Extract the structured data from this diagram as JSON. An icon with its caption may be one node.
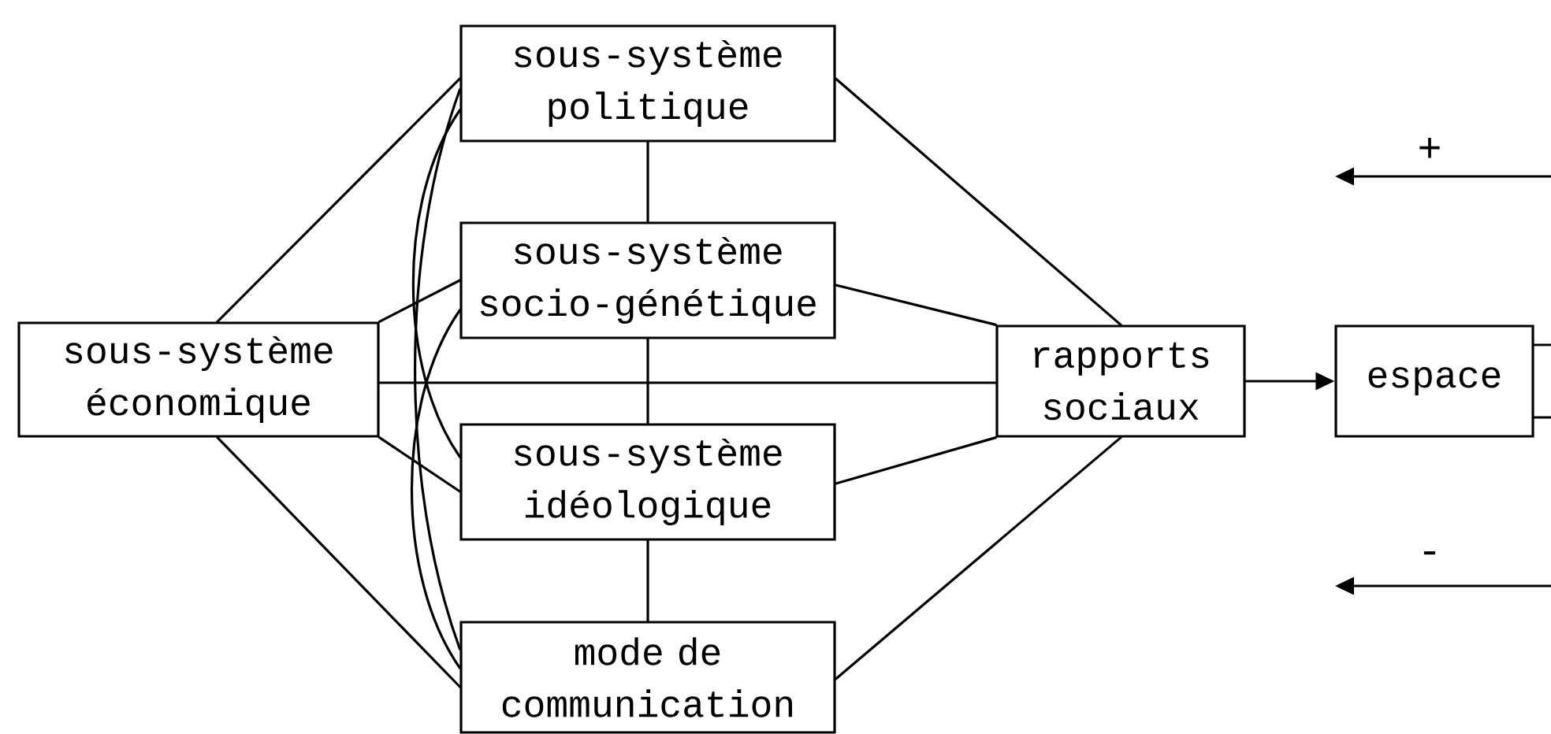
{
  "diagram": {
    "nodes": [
      {
        "text": [
          "sous-système économique"
        ]
      },
      {
        "text": [
          "sous-système politique"
        ]
      },
      {
        "text": [
          "sous-système socio-génétique"
        ]
      },
      {
        "text": [
          "sous-système idéologique"
        ]
      },
      {
        "text": [
          "mode de communication"
        ]
      },
      {
        "text": [
          "rapports sociaux"
        ]
      },
      {
        "text": [
          "espace"
        ]
      }
    ],
    "edges": [
      {
        "from": 0,
        "to": 1,
        "arrow": "none"
      },
      {
        "from": 0,
        "to": 2,
        "arrow": "none"
      },
      {
        "from": 0,
        "to": 5,
        "arrow": "none"
      },
      {
        "from": 0,
        "to": 3,
        "arrow": "none"
      },
      {
        "from": 0,
        "to": 4,
        "arrow": "none"
      },
      {
        "from": 1,
        "to": 2,
        "arrow": "none"
      },
      {
        "from": 2,
        "to": 3,
        "arrow": "none"
      },
      {
        "from": 3,
        "to": 4,
        "arrow": "none"
      },
      {
        "from": 1,
        "to": 3,
        "arrow": "none"
      },
      {
        "from": 1,
        "to": 4,
        "arrow": "none"
      },
      {
        "from": 2,
        "to": 4,
        "arrow": "none"
      },
      {
        "from": 1,
        "to": 5,
        "arrow": "none"
      },
      {
        "from": 2,
        "to": 5,
        "arrow": "none"
      },
      {
        "from": 3,
        "to": 5,
        "arrow": "none"
      },
      {
        "from": 4,
        "to": 5,
        "arrow": "none"
      },
      {
        "from": 5,
        "to": 6,
        "arrow": "to"
      },
      {
        "from": 6,
        "to": null,
        "arrow": "none"
      },
      {
        "from": 6,
        "to": null,
        "arrow": "none"
      }
    ],
    "labels": [
      "+",
      "-"
    ]
  }
}
